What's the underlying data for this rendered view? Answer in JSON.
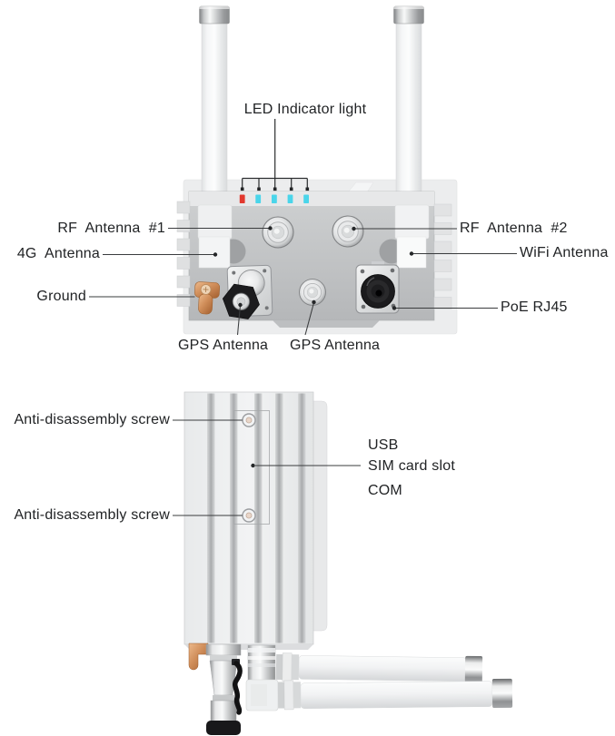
{
  "top_view": {
    "led_indicator_label": "LED Indicator light",
    "leds": {
      "count": 5,
      "power_color": "#e2382e",
      "status_color": "#4ad5ea",
      "sequence": [
        "red",
        "cyan",
        "cyan",
        "cyan",
        "cyan"
      ]
    },
    "callouts": {
      "rf_antenna_1": "RF  Antenna  #1",
      "rf_antenna_2": "RF  Antenna  #2",
      "antenna_4g": "4G  Antenna",
      "wifi_antenna": "WiFi Antenna",
      "ground": "Ground",
      "poe_rj45": "PoE RJ45",
      "gps_antenna_left": "GPS Antenna",
      "gps_antenna_center": "GPS Antenna"
    }
  },
  "side_view": {
    "callouts": {
      "anti_screw_top": "Anti-disassembly screw",
      "anti_screw_bottom": "Anti-disassembly screw",
      "usb": "USB",
      "sim_card_slot": "SIM card slot",
      "com": "COM"
    }
  },
  "palette": {
    "copper": "#d08e5a",
    "body_gray": "#c2c4c6",
    "line": "#3a3c3e"
  }
}
